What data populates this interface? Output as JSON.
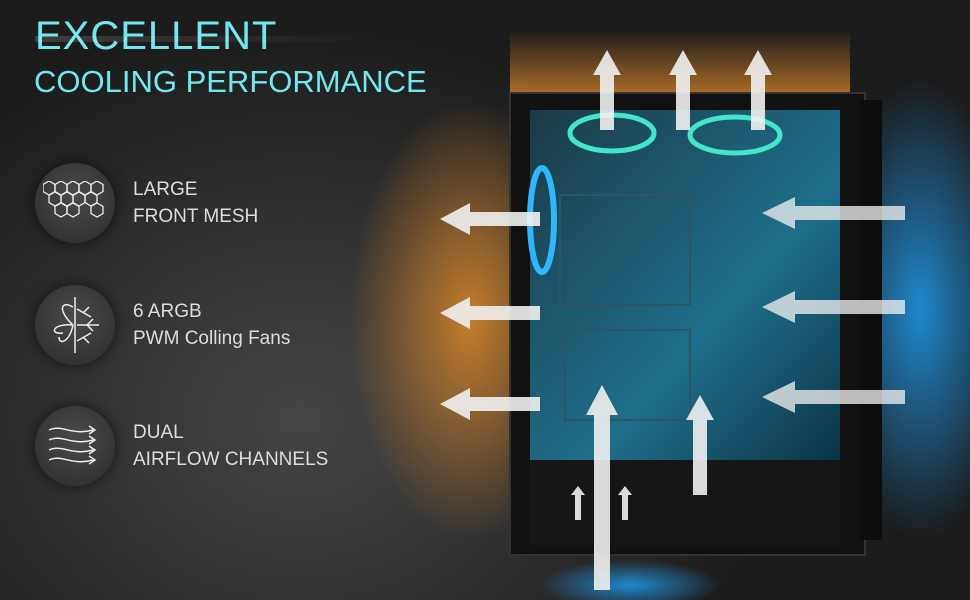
{
  "heading": {
    "line1": "EXCELLENT",
    "line2": "COOLING PERFORMANCE"
  },
  "features": [
    {
      "icon": "honeycomb-mesh-icon",
      "line1": "LARGE",
      "line2": "FRONT MESH"
    },
    {
      "icon": "fan-snowflake-icon",
      "line1": "6 ARGB",
      "line2": "PWM Colling Fans"
    },
    {
      "icon": "airflow-arrows-icon",
      "line1": "DUAL",
      "line2": "AIRFLOW CHANNELS"
    }
  ],
  "colors": {
    "accent": "#72e7ee",
    "hot": "#e08a2a",
    "cool": "#2a9be0"
  }
}
